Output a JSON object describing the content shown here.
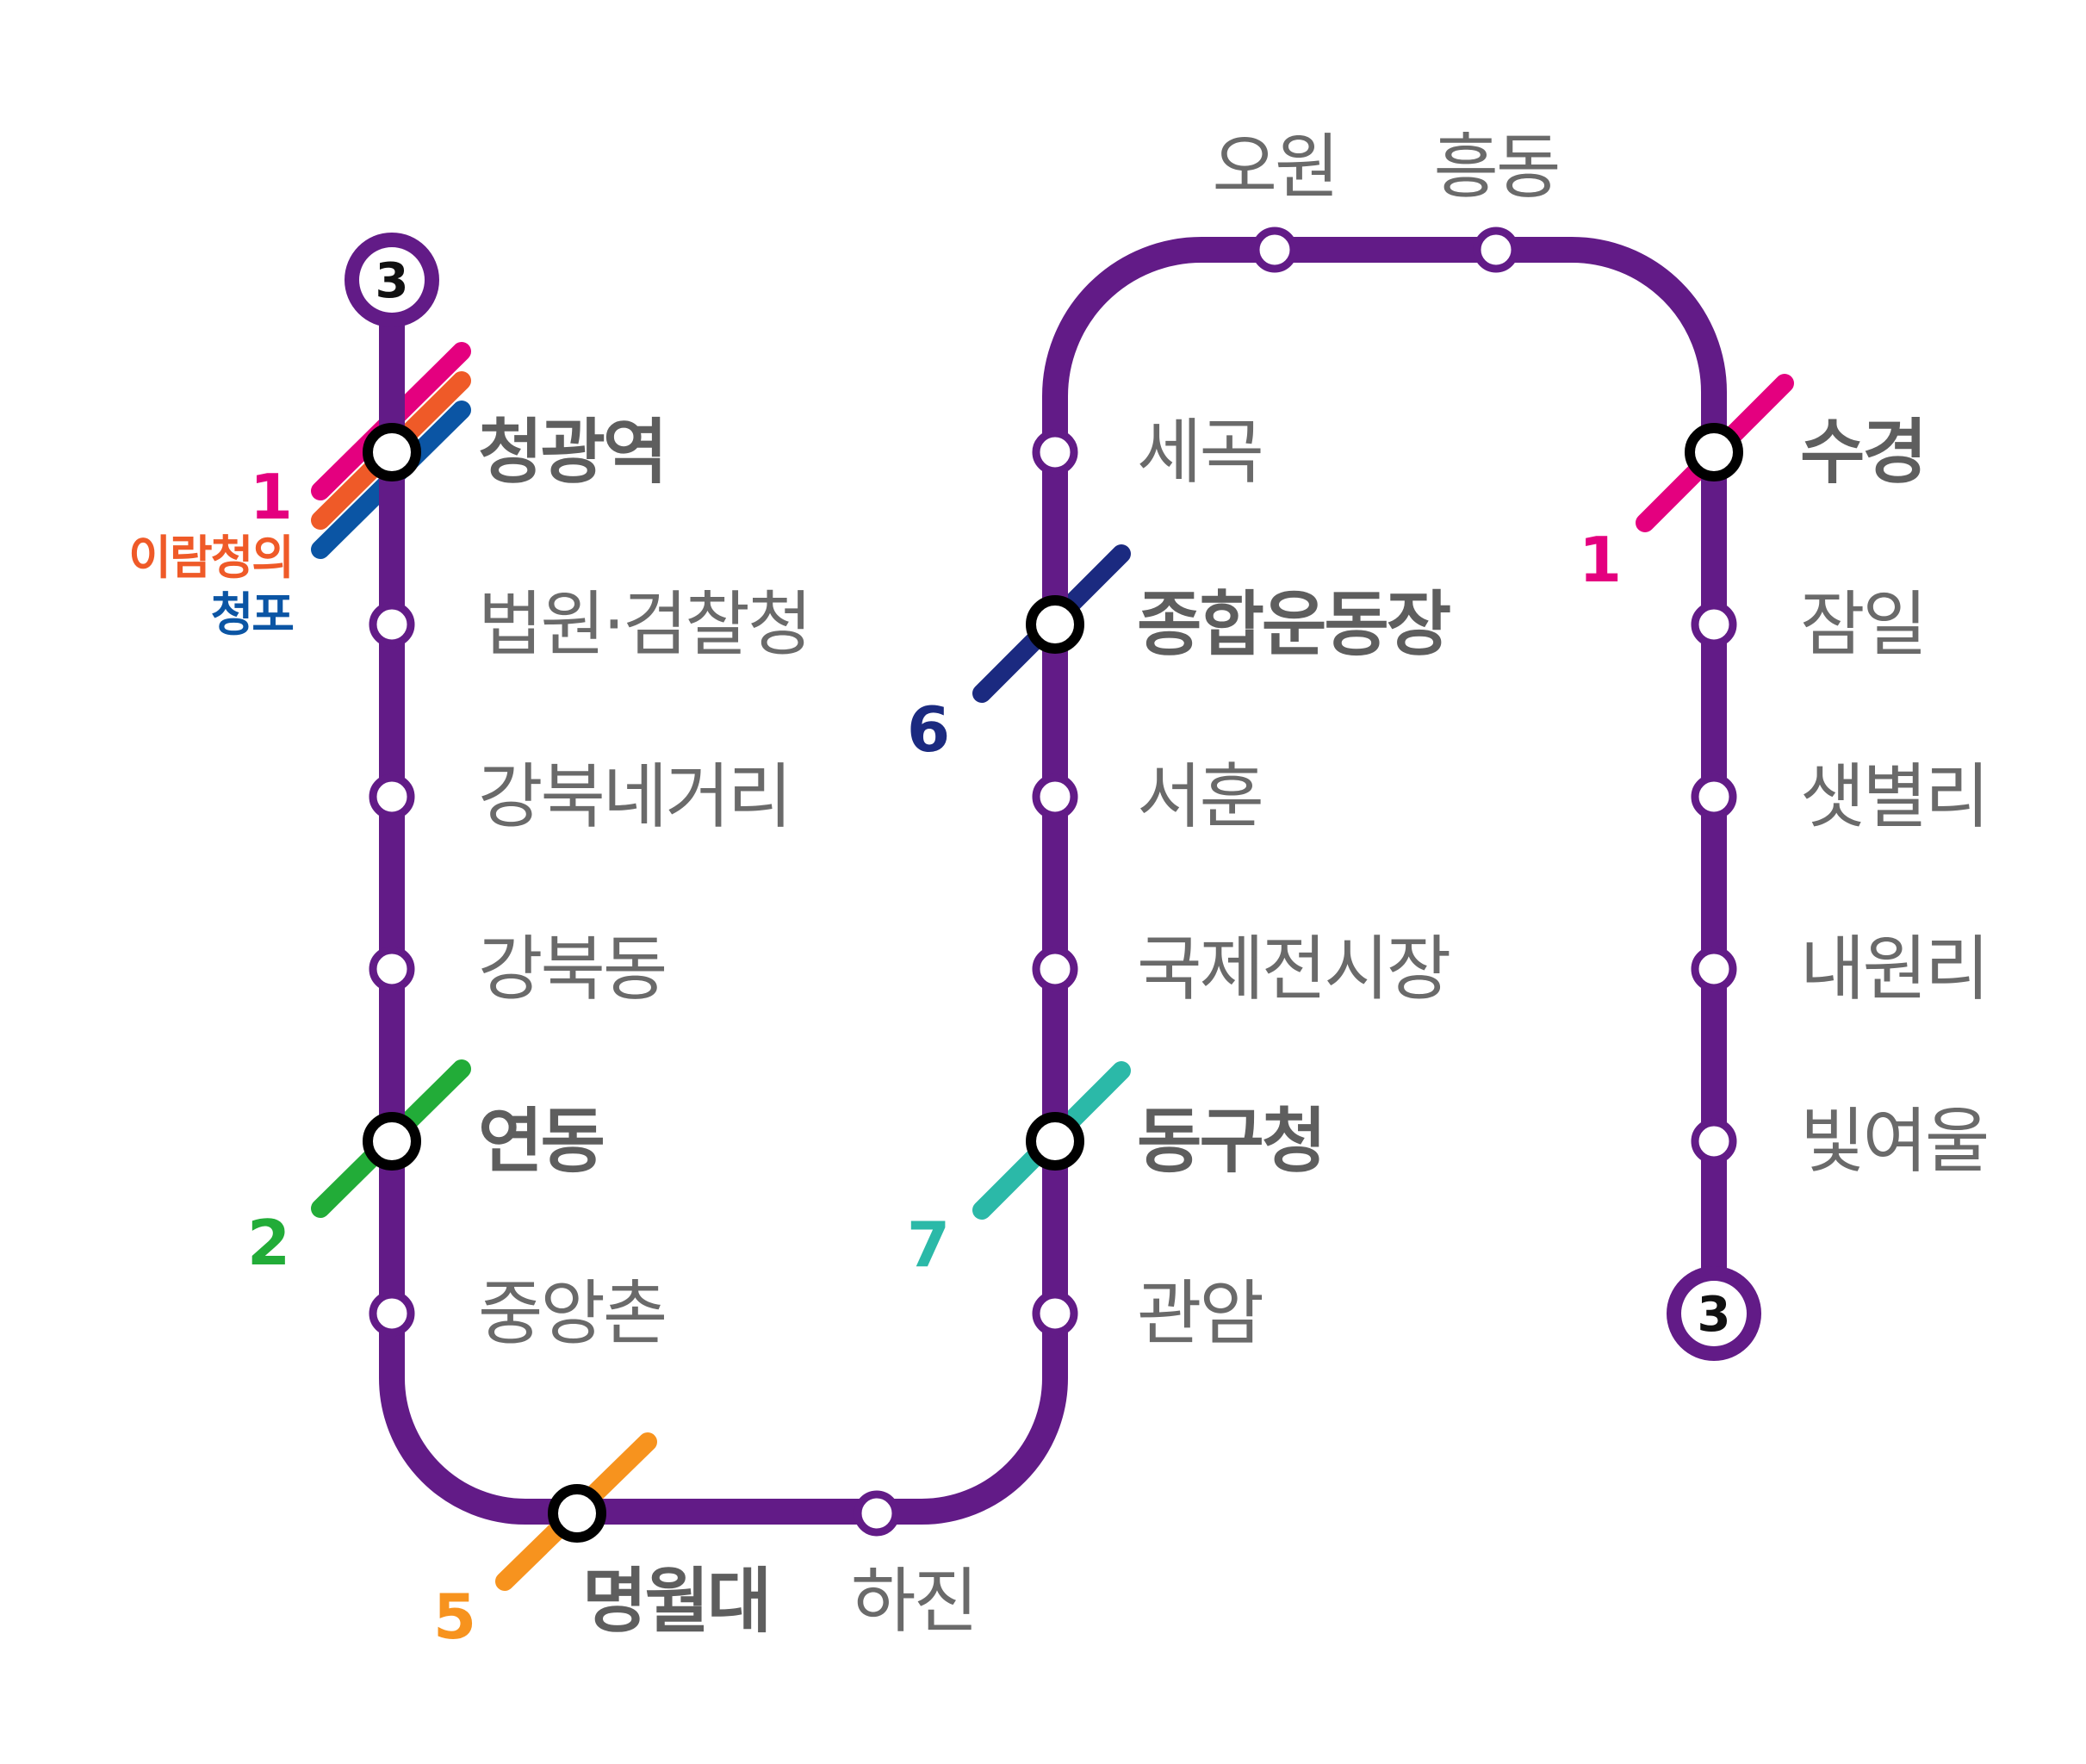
{
  "line": {
    "number": "3",
    "color": "#621b87"
  },
  "terminals": [
    {
      "id": "start",
      "label": "3"
    },
    {
      "id": "end",
      "label": "3"
    }
  ],
  "stations": [
    {
      "id": "cheonggwangyeok",
      "name": "청광역",
      "transfer": true
    },
    {
      "id": "beobwon",
      "name": "법원·검찰청",
      "transfer": false
    },
    {
      "id": "gangbuknegeori",
      "name": "강북네거리",
      "transfer": false
    },
    {
      "id": "gangbukdong",
      "name": "강북동",
      "transfer": false
    },
    {
      "id": "yeondong",
      "name": "연동",
      "transfer": true
    },
    {
      "id": "jungangchon",
      "name": "중앙촌",
      "transfer": false
    },
    {
      "id": "myeongwoldae",
      "name": "명월대",
      "transfer": true
    },
    {
      "id": "hajin",
      "name": "하진",
      "transfer": false
    },
    {
      "id": "gwanam",
      "name": "관암",
      "transfer": false
    },
    {
      "id": "dongucheong",
      "name": "동구청",
      "transfer": true
    },
    {
      "id": "gukjejeonsijang",
      "name": "국제전시장",
      "transfer": false
    },
    {
      "id": "seohun",
      "name": "서훈",
      "transfer": false
    },
    {
      "id": "jonghapundongjang",
      "name": "종합운동장",
      "transfer": true
    },
    {
      "id": "segok",
      "name": "세곡",
      "transfer": false
    },
    {
      "id": "owon",
      "name": "오원",
      "transfer": false
    },
    {
      "id": "heungdong",
      "name": "흥동",
      "transfer": false
    },
    {
      "id": "sugyeong",
      "name": "수경",
      "transfer": true
    },
    {
      "id": "jamil",
      "name": "잠일",
      "transfer": false
    },
    {
      "id": "saetbyeolli",
      "name": "샛별리",
      "transfer": false
    },
    {
      "id": "naewolli",
      "name": "내원리",
      "transfer": false
    },
    {
      "id": "bityeoul",
      "name": "빛여울",
      "transfer": false
    }
  ],
  "transfer_lines": [
    {
      "id": "t-cheonggwang-1",
      "label": "1",
      "color": "#e4007f"
    },
    {
      "id": "t-cheonggwang-irc",
      "label": "이람청의",
      "color": "#ef5a28"
    },
    {
      "id": "t-cheonggwang-cp",
      "label": "청포",
      "color": "#0b55a4"
    },
    {
      "id": "t-yeondong-2",
      "label": "2",
      "color": "#22ac38"
    },
    {
      "id": "t-myeongwol-5",
      "label": "5",
      "color": "#f7931e"
    },
    {
      "id": "t-jonghap-6",
      "label": "6",
      "color": "#1b2a80"
    },
    {
      "id": "t-dongu-7",
      "label": "7",
      "color": "#2bb9a8"
    },
    {
      "id": "t-sugyeong-1",
      "label": "1",
      "color": "#e4007f"
    }
  ]
}
